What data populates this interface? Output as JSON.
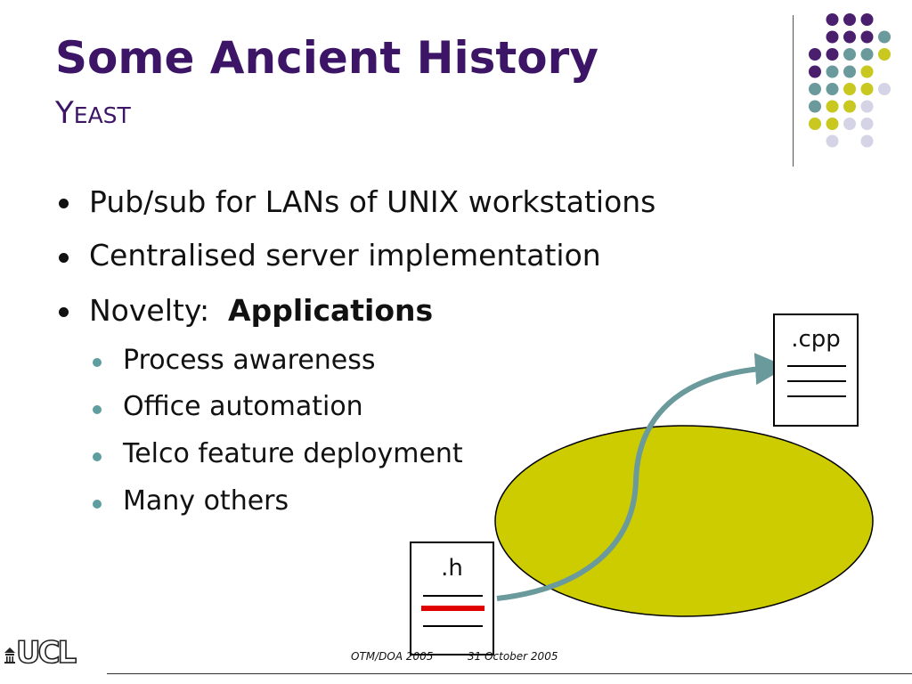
{
  "slide": {
    "title": "Some Ancient History",
    "subtitle_first": "Y",
    "subtitle_rest": "EAST"
  },
  "bullets": [
    "Pub/sub for LANs of UNIX workstations",
    "Centralised server implementation"
  ],
  "novelty": {
    "prefix": "Novelty:  ",
    "bold": "Applications"
  },
  "subbullets": [
    "Process awareness",
    "Office automation",
    "Telco feature deployment",
    "Many others"
  ],
  "diagram": {
    "cpp_label": ".cpp",
    "h_label": ".h",
    "ellipse_color": "#cccc00",
    "arrow_color": "#6a9a9c",
    "highlight_color": "#e00000"
  },
  "footer": {
    "conference": "OTM/DOA 2005",
    "date": "31 October 2005",
    "logo_text": "UCL"
  },
  "colors": {
    "title": "#3d1566",
    "purple": "#4a1f6e",
    "teal": "#6a9a9c",
    "yellow": "#c8c820",
    "lavender": "#d4d4e6"
  }
}
